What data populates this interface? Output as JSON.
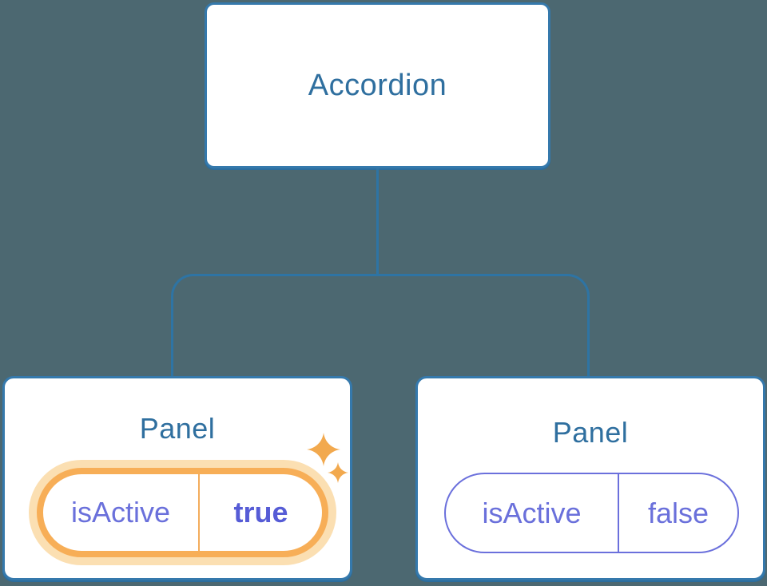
{
  "diagram": {
    "description": "React component tree diagram: Accordion parent with two Panel children showing isActive state",
    "background_color": "#4C6871",
    "root": {
      "label": "Accordion"
    },
    "panels": [
      {
        "title": "Panel",
        "state_key": "isActive",
        "state_value": "true",
        "highlighted": true,
        "icon": "sparkles-icon"
      },
      {
        "title": "Panel",
        "state_key": "isActive",
        "state_value": "false",
        "highlighted": false
      }
    ],
    "colors": {
      "background": "#4C6871",
      "node_fill": "#ffffff",
      "node_border": "#3579AC",
      "node_text": "#2F6F9F",
      "connector": "#2E74A4",
      "state_text": "#6A70DB",
      "state_value_active_text": "#565CD6",
      "pill_border_inactive": "#6B70DC",
      "highlight_ring": "#F7AE57",
      "highlight_glow": "#FBDFB2",
      "sparkle": "#F2A94E"
    }
  }
}
